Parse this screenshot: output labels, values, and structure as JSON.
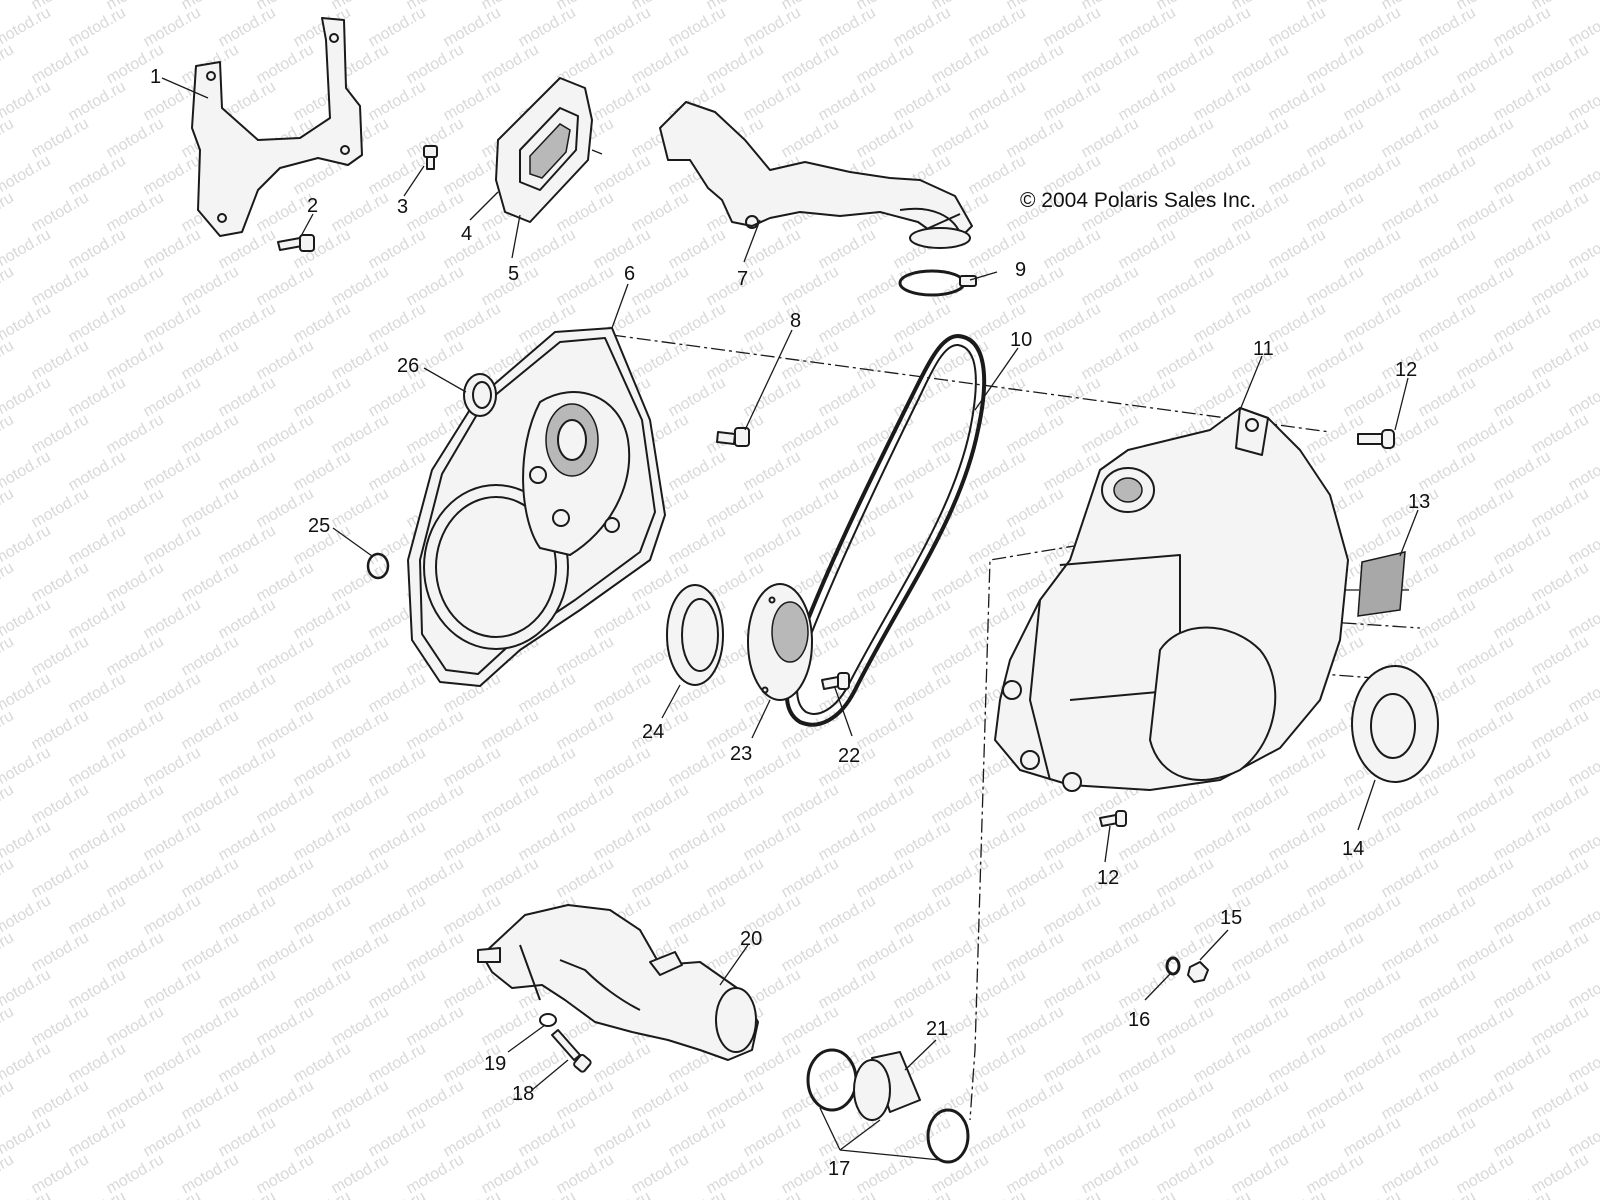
{
  "copyright": "© 2004 Polaris Sales Inc.",
  "watermark": "motod.ru",
  "callouts": [
    "1",
    "2",
    "3",
    "4",
    "5",
    "6",
    "7",
    "8",
    "9",
    "10",
    "11",
    "12",
    "12",
    "13",
    "14",
    "15",
    "16",
    "17",
    "18",
    "19",
    "20",
    "21",
    "22",
    "23",
    "24",
    "25",
    "26"
  ],
  "colors": {
    "line": "#1a1a1a",
    "watermark": "#d9d9d9",
    "background": "#ffffff"
  }
}
